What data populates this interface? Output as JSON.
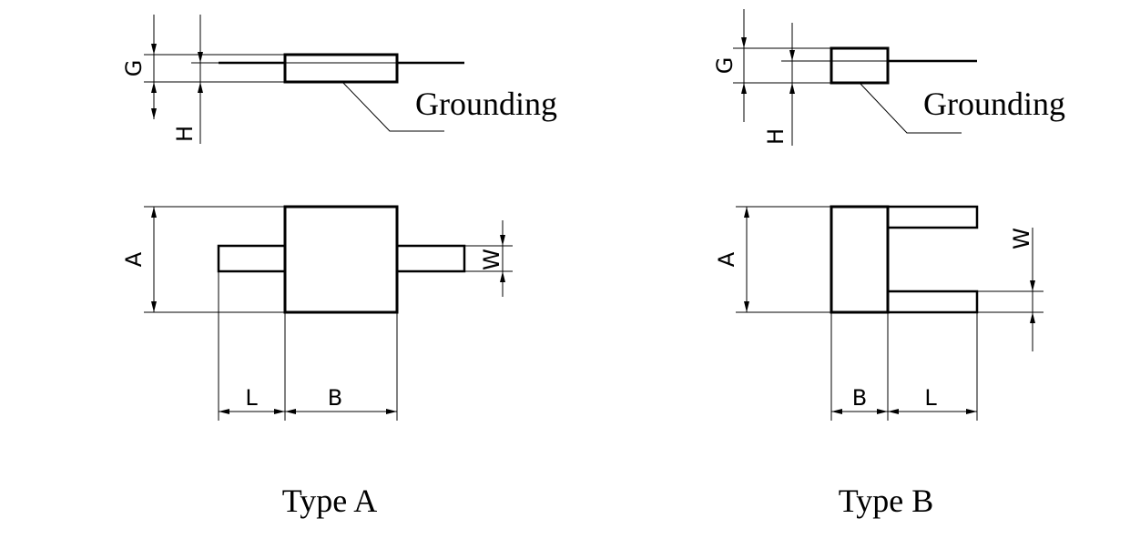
{
  "type_a": {
    "caption": "Type A",
    "side_view": {
      "grounding_label": "Grounding",
      "dim_g": "G",
      "dim_h": "H"
    },
    "top_view": {
      "dim_a": "A",
      "dim_w": "W",
      "dim_l": "L",
      "dim_b": "B"
    }
  },
  "type_b": {
    "caption": "Type B",
    "side_view": {
      "grounding_label": "Grounding",
      "dim_g": "G",
      "dim_h": "H"
    },
    "top_view": {
      "dim_a": "A",
      "dim_w": "W",
      "dim_b": "B",
      "dim_l": "L"
    }
  }
}
